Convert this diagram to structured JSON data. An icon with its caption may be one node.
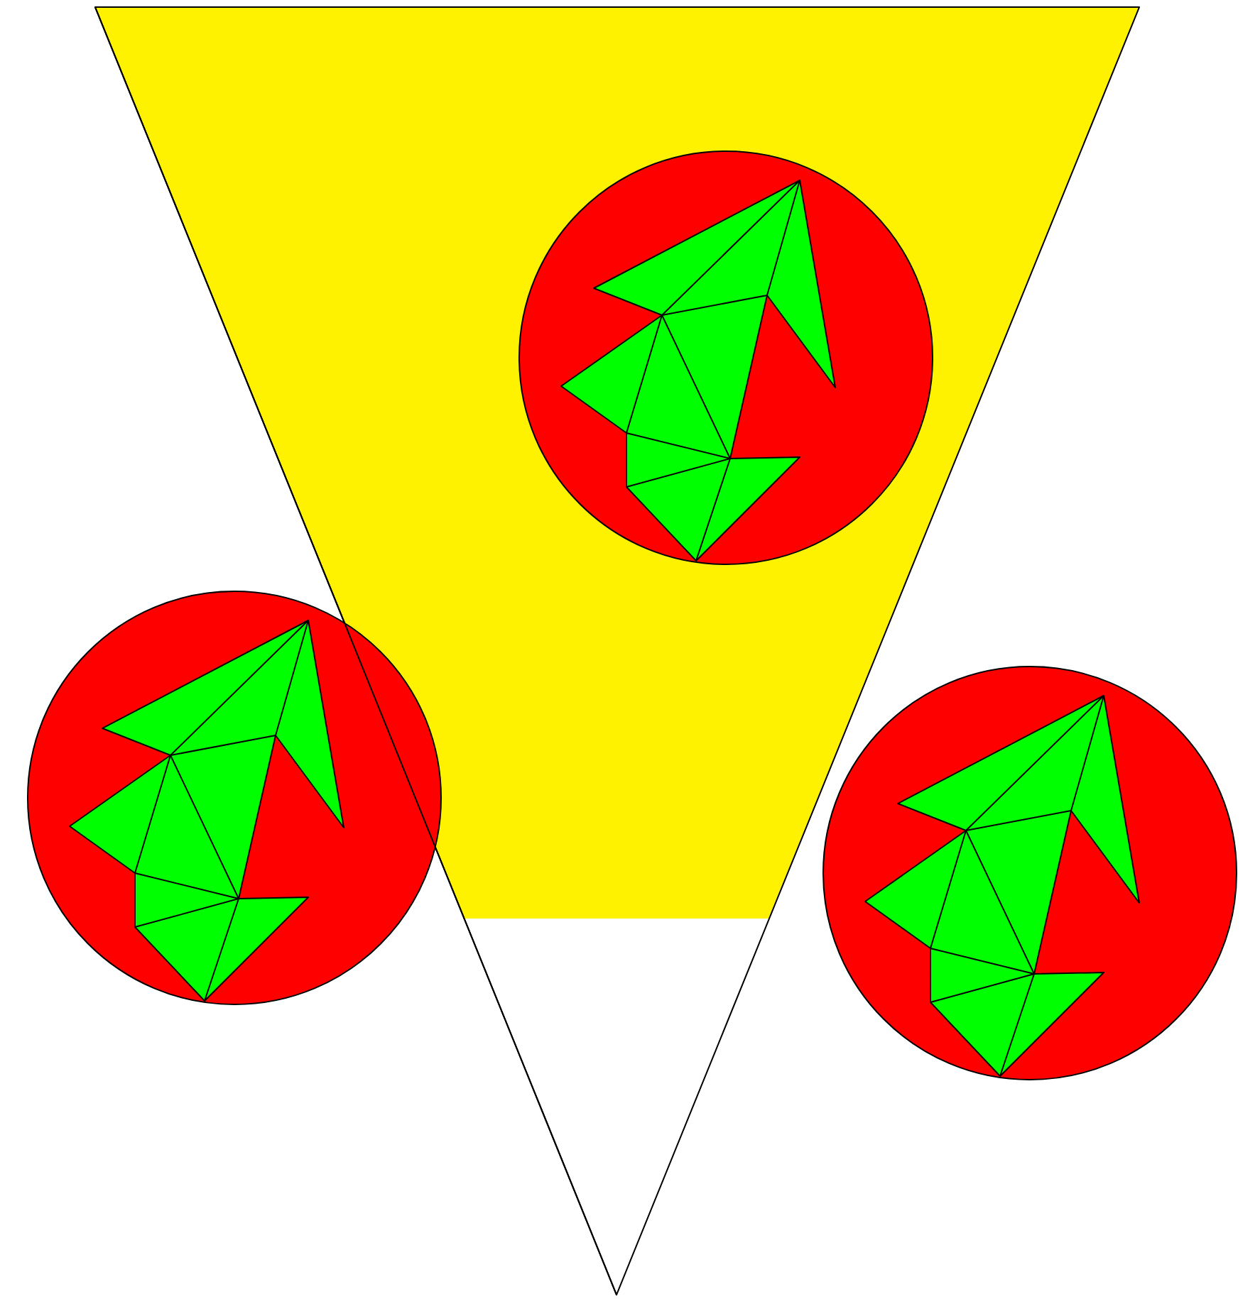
{
  "diagram": {
    "nodes": [
      {
        "text": [],
        "shape": "triangle"
      },
      {
        "text": [],
        "shape": "circle",
        "in": 0
      },
      {
        "text": [],
        "shape": "circle"
      },
      {
        "text": [],
        "shape": "circle"
      }
    ]
  }
}
